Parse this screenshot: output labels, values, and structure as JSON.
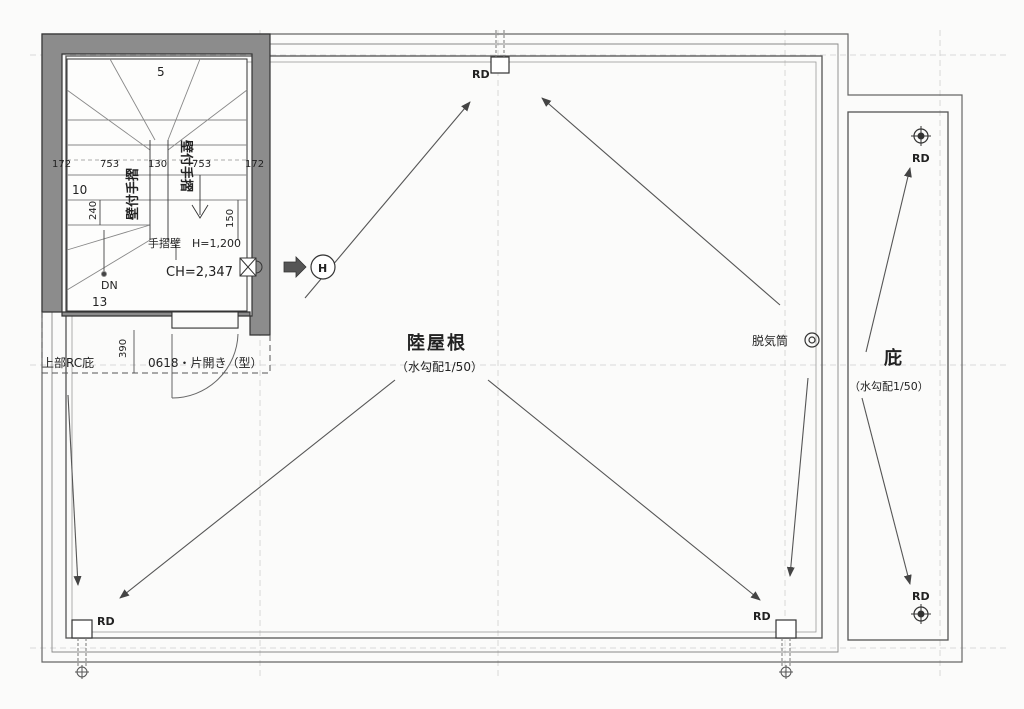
{
  "roof": {
    "label": "陸屋根",
    "slope": "（水勾配1/50）"
  },
  "eave": {
    "label": "庇",
    "slope": "（水勾配1/50）"
  },
  "drains": {
    "label": "RD"
  },
  "vent": {
    "label": "脱気筒"
  },
  "hatch": {
    "label": "H"
  },
  "stair": {
    "step_top": "5",
    "step_mid": "10",
    "step_bottom": "13",
    "dim_left": "172",
    "dim_left_mid": "753",
    "dim_center": "130",
    "dim_right_mid": "753",
    "dim_right": "172",
    "dim_riser": "240",
    "dim_150": "150",
    "handrail_wall_1": "壁付手摺",
    "handrail_wall_2": "壁付手摺",
    "handrail_wall_height": "手摺壁　H=1,200",
    "ceiling_height": "CH=2,347",
    "down": "DN"
  },
  "upper_rc_eave": "上部RC庇",
  "dim_390": "390",
  "door": "0618・片開き（型）"
}
